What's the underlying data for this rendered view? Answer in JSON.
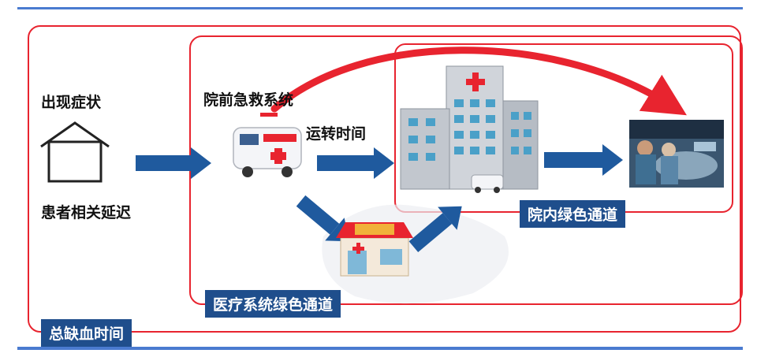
{
  "labels": {
    "symptom": "出现症状",
    "patient_delay": "患者相关延迟",
    "prehospital": "院前急救系统",
    "transfer_time": "运转时间"
  },
  "tags": {
    "in_hospital_green": "院内绿色通道",
    "medical_green": "医疗系统绿色通道",
    "total_ischemia": "总缺血时间"
  },
  "colors": {
    "frame_red": "#e8242f",
    "arrow_blue": "#1f5a9e",
    "tag_blue": "#1f4e8c",
    "rule_blue": "#4a7bd0"
  },
  "icons": [
    "house-icon",
    "ambulance-icon",
    "pharmacy-icon",
    "hospital-icon",
    "operating-room-image"
  ]
}
